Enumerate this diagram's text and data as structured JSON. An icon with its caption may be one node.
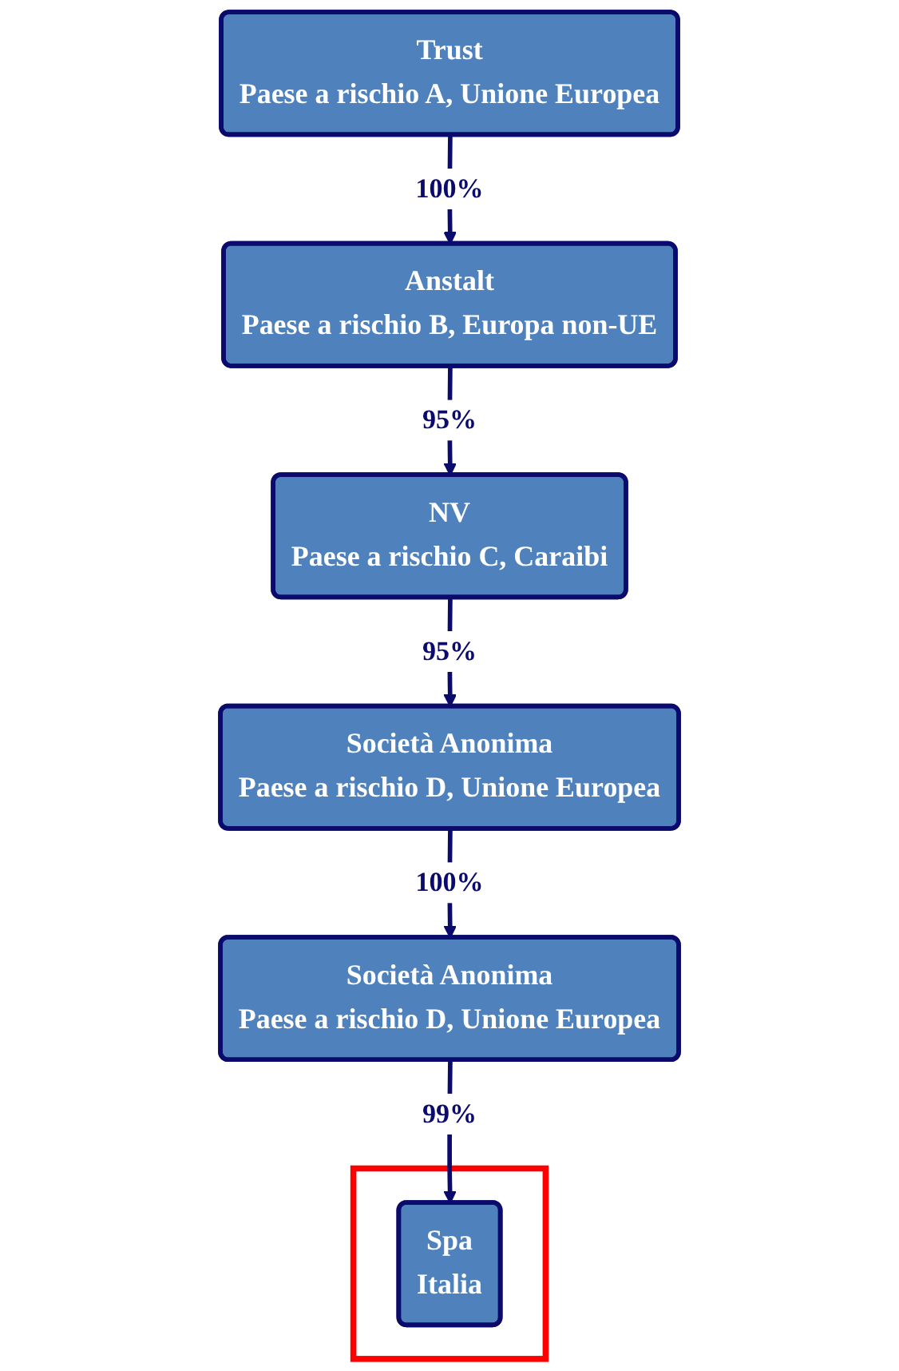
{
  "diagram": {
    "nodes": [
      {
        "text": [
          "Trust",
          "Paese a rischio A, Unione Europea"
        ]
      },
      {
        "text": [
          "Anstalt",
          "Paese a rischio B, Europa non-UE"
        ]
      },
      {
        "text": [
          "NV",
          "Paese a rischio C, Caraibi"
        ]
      },
      {
        "text": [
          "Società Anonima",
          "Paese a rischio D, Unione Europea"
        ]
      },
      {
        "text": [
          "Società Anonima",
          "Paese a rischio D, Unione Europea"
        ]
      },
      {
        "text": [],
        "shape": "box"
      },
      {
        "text": [
          "Spa",
          "Italia"
        ],
        "in": 5
      }
    ],
    "edges": [
      {
        "from": 0,
        "to": 1,
        "arrow": "to",
        "label": "100%"
      },
      {
        "from": 1,
        "to": 2,
        "arrow": "to",
        "label": "95%"
      },
      {
        "from": 2,
        "to": 3,
        "arrow": "to",
        "label": "95%"
      },
      {
        "from": 3,
        "to": 4,
        "arrow": "to",
        "label": "100%"
      },
      {
        "from": 4,
        "to": 6,
        "arrow": "to",
        "label": "99%"
      }
    ]
  }
}
